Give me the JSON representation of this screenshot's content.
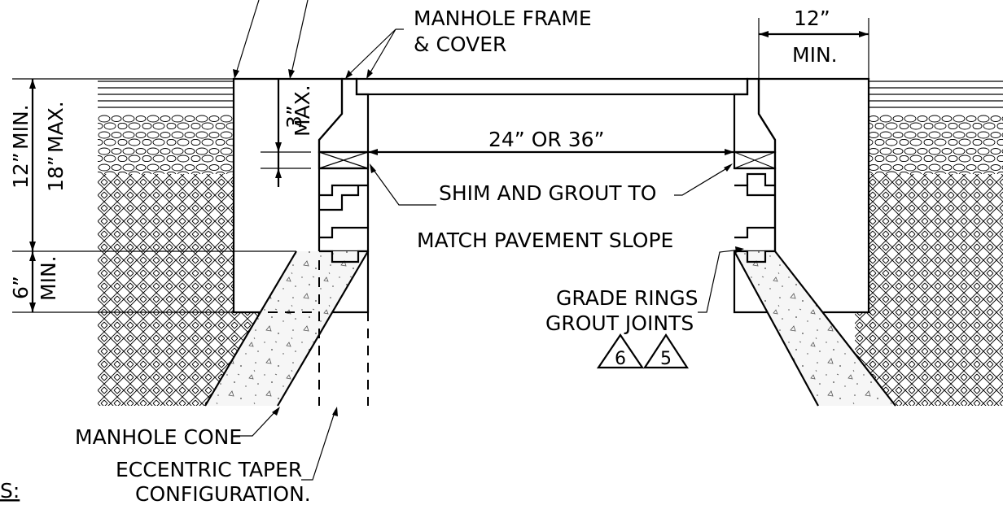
{
  "labels": {
    "frame_cover_line1": "MANHOLE FRAME",
    "frame_cover_line2": "& COVER",
    "clear_min_value": "12”",
    "clear_min_text": "MIN.",
    "opening": "24” OR 36”",
    "shim_line1": "SHIM AND GROUT TO",
    "shim_line2": "MATCH PAVEMENT SLOPE",
    "rings_line1": "GRADE RINGS",
    "rings_line2": "GROUT JOINTS",
    "tri_a": "6",
    "tri_b": "5",
    "cone": "MANHOLE CONE",
    "taper_line1": "ECCENTRIC TAPER",
    "taper_line2": "CONFIGURATION.",
    "dim_3_value": "3”",
    "dim_3_text": "MAX.",
    "dim_12_value": "12”",
    "dim_12_text": "MIN.",
    "dim_18_value": "18”",
    "dim_18_text": "MAX.",
    "dim_6_value": "6”",
    "dim_6_text": "MIN.",
    "notes_fragment": "S:"
  },
  "materials": {
    "concrete_color": "#f6f6f6",
    "aggregate_color": "#ffffff",
    "hatch_color": "#000000"
  }
}
